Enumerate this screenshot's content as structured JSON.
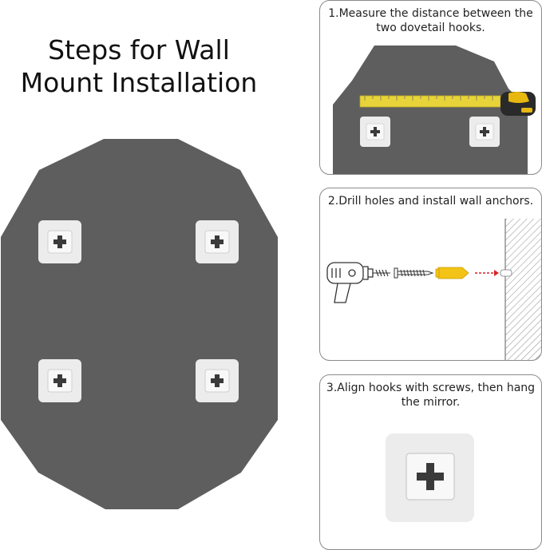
{
  "title": {
    "line1": "Steps for Wall",
    "line2": "Mount Installation"
  },
  "steps": [
    {
      "caption": "1.Measure the distance between the two dovetail hooks."
    },
    {
      "caption": "2.Drill holes and install wall anchors."
    },
    {
      "caption": "3.Align hooks with screws, then hang the mirror."
    }
  ],
  "colors": {
    "mirror": "#5e5e5e",
    "hook_outer": "#ececec",
    "hook_inner": "#f8f8f8",
    "panel_border": "#8a8a8a",
    "tape_yellow": "#e8d43a",
    "anchor_yellow": "#f3c417",
    "arrow_red": "#d9232a"
  },
  "icons": [
    "tape-measure-icon",
    "drill-icon",
    "screw-icon",
    "wall-anchor-icon",
    "wall-icon"
  ]
}
